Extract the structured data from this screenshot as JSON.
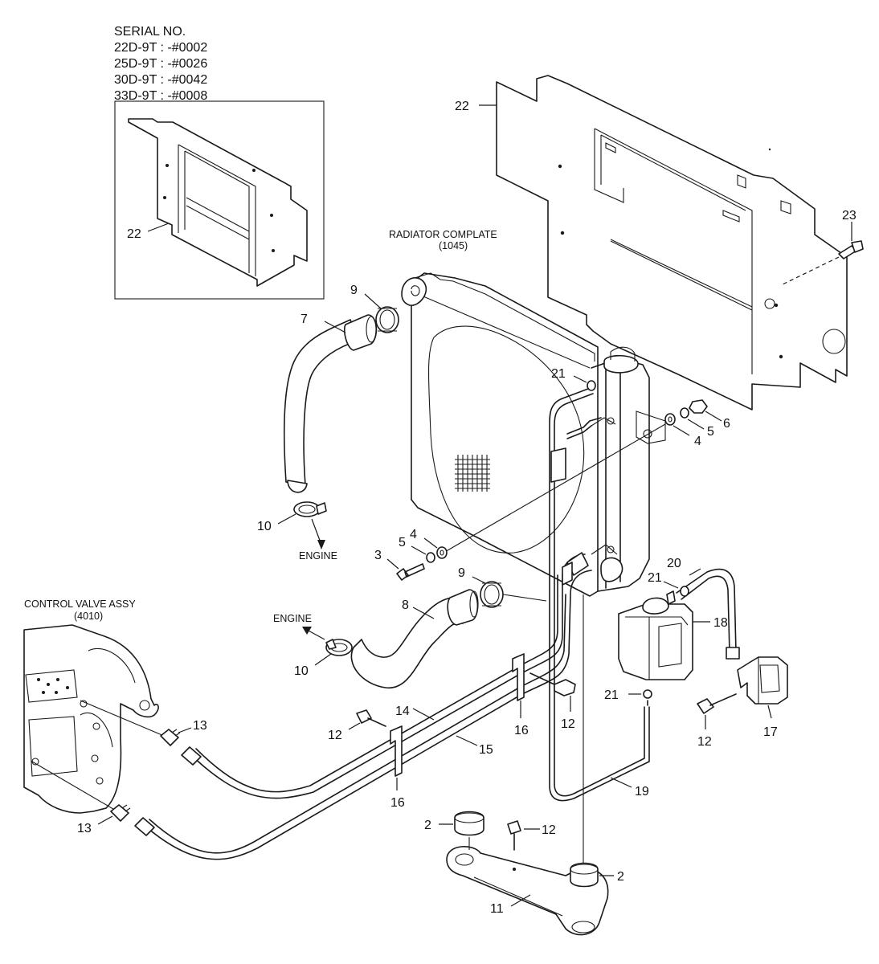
{
  "serial_block": {
    "title": "SERIAL NO.",
    "lines": [
      "22D-9T : -#0002",
      "25D-9T : -#0026",
      "30D-9T : -#0042",
      "33D-9T : -#0008"
    ]
  },
  "labels": {
    "radiator_title": "RADIATOR COMPLATE",
    "radiator_code": "(1045)",
    "control_valve_title": "CONTROL VALVE ASSY",
    "control_valve_code": "(4010)",
    "engine_upper": "ENGINE",
    "engine_lower": "ENGINE"
  },
  "callouts": [
    {
      "id": "c22-inset",
      "text": "22"
    },
    {
      "id": "c22-main",
      "text": "22"
    },
    {
      "id": "c23",
      "text": "23"
    },
    {
      "id": "c9-top",
      "text": "9"
    },
    {
      "id": "c7",
      "text": "7"
    },
    {
      "id": "c21-top",
      "text": "21"
    },
    {
      "id": "c6",
      "text": "6"
    },
    {
      "id": "c5-right",
      "text": "5"
    },
    {
      "id": "c4-right",
      "text": "4"
    },
    {
      "id": "c10-top",
      "text": "10"
    },
    {
      "id": "c4-left",
      "text": "4"
    },
    {
      "id": "c5-left",
      "text": "5"
    },
    {
      "id": "c3",
      "text": "3"
    },
    {
      "id": "c9-bottom",
      "text": "9"
    },
    {
      "id": "c20",
      "text": "20"
    },
    {
      "id": "c21-mid",
      "text": "21"
    },
    {
      "id": "c18",
      "text": "18"
    },
    {
      "id": "c8",
      "text": "8"
    },
    {
      "id": "c10-bottom",
      "text": "10"
    },
    {
      "id": "c21-low",
      "text": "21"
    },
    {
      "id": "c12-center",
      "text": "12"
    },
    {
      "id": "c16-right",
      "text": "16"
    },
    {
      "id": "c14",
      "text": "14"
    },
    {
      "id": "c12-left",
      "text": "12"
    },
    {
      "id": "c15",
      "text": "15"
    },
    {
      "id": "c13-top",
      "text": "13"
    },
    {
      "id": "c12-bracket",
      "text": "12"
    },
    {
      "id": "c17",
      "text": "17"
    },
    {
      "id": "c16-left",
      "text": "16"
    },
    {
      "id": "c19",
      "text": "19"
    },
    {
      "id": "c13-bottom",
      "text": "13"
    },
    {
      "id": "c2-left",
      "text": "2"
    },
    {
      "id": "c12-bottom",
      "text": "12"
    },
    {
      "id": "c2-right",
      "text": "2"
    },
    {
      "id": "c11",
      "text": "11"
    }
  ]
}
